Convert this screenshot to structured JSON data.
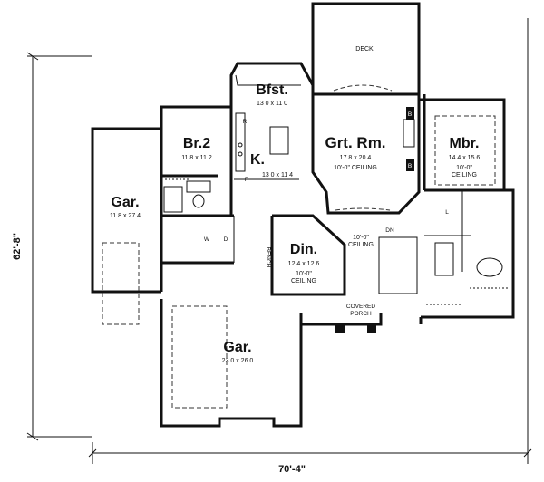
{
  "rooms": {
    "deck": {
      "label": "DECK"
    },
    "bfst": {
      "label": "Bfst.",
      "size": "13 0 x 11 0"
    },
    "br2": {
      "label": "Br.2",
      "size": "11 8 x 11 2"
    },
    "kitchen": {
      "label": "K.",
      "size": "13 0 x 11 4"
    },
    "grt_rm": {
      "label": "Grt. Rm.",
      "size": "17 8 x 20 4",
      "ceiling": "10'-0\" CEILING"
    },
    "mbr": {
      "label": "Mbr.",
      "size": "14 4 x 15 6",
      "ceiling1": "10'-0\"",
      "ceiling2": "CEILING"
    },
    "gar_side": {
      "label": "Gar.",
      "size": "11 8 x 27 4"
    },
    "din": {
      "label": "Din.",
      "size": "12 4 x 12 6",
      "ceiling1": "10'-0\"",
      "ceiling2": "CEILING"
    },
    "hall": {
      "ceiling1": "10'-0\"",
      "ceiling2": "CEILING"
    },
    "gar_main": {
      "label": "Gar.",
      "size": "23 0 x 26 0"
    },
    "porch": {
      "line1": "COVERED",
      "line2": "PORCH"
    }
  },
  "labels": {
    "dn": "DN",
    "bench": "BENCH",
    "w": "W",
    "d": "D",
    "r": "R",
    "p": "P",
    "l": "L",
    "b1": "B",
    "b2": "B"
  },
  "dimensions": {
    "width": "70'-4\"",
    "depth": "62'-8\""
  }
}
